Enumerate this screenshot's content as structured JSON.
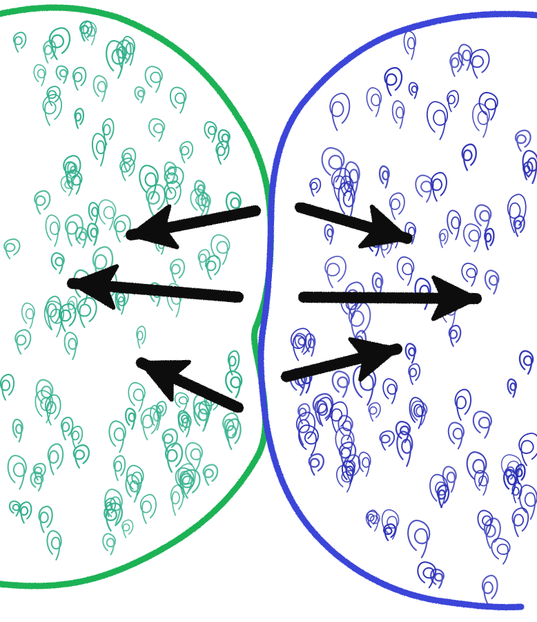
{
  "colors": {
    "background": "#ffffff",
    "left_region_outline": "#1fb255",
    "left_region_squiggles": "#2fae8a",
    "right_region_outline": "#3b45d8",
    "right_region_squiggles": "#2a2fb5",
    "arrows": "#111111"
  },
  "regions": {
    "left": {
      "name": "green-region"
    },
    "right": {
      "name": "blue-region"
    }
  },
  "arrows": {
    "left_region": [
      {
        "direction": "left"
      },
      {
        "direction": "left"
      },
      {
        "direction": "up-left"
      }
    ],
    "right_region": [
      {
        "direction": "down-right"
      },
      {
        "direction": "right"
      },
      {
        "direction": "right"
      }
    ]
  }
}
